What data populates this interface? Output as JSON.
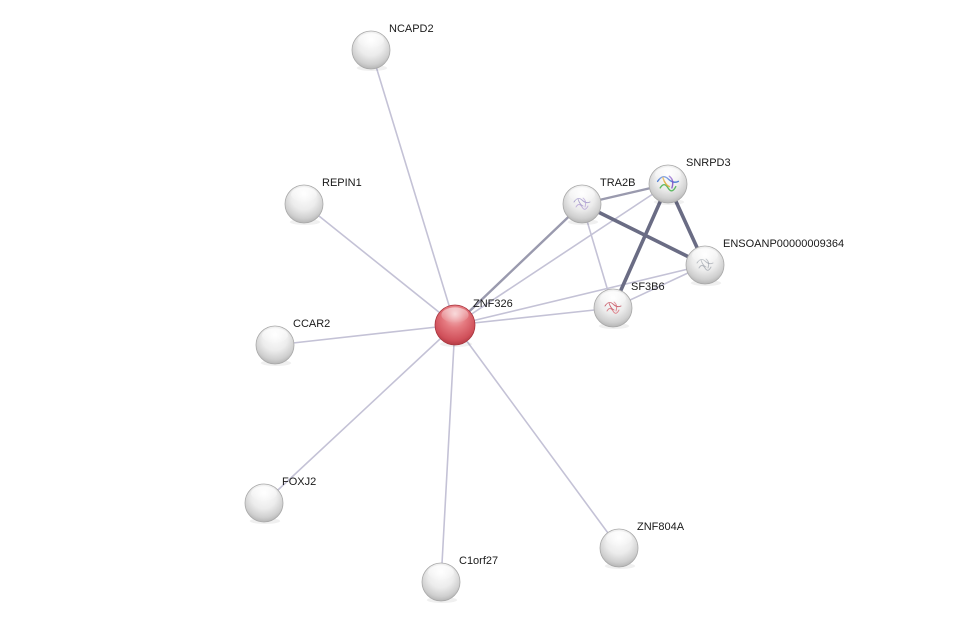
{
  "colors": {
    "background": "#ffffff",
    "query_node": "#d9545c",
    "neighbor_node": "#d8d8d8",
    "edge_weak": "#c4c2d6",
    "edge_medium": "#9a9aae",
    "edge_strong": "#6a6c84"
  },
  "nodes": [
    {
      "id": "ZNF326",
      "label": "ZNF326",
      "query": true,
      "structure_icon": ""
    },
    {
      "id": "NCAPD2",
      "label": "NCAPD2",
      "query": false,
      "structure_icon": ""
    },
    {
      "id": "REPIN1",
      "label": "REPIN1",
      "query": false,
      "structure_icon": ""
    },
    {
      "id": "CCAR2",
      "label": "CCAR2",
      "query": false,
      "structure_icon": ""
    },
    {
      "id": "FOXJ2",
      "label": "FOXJ2",
      "query": false,
      "structure_icon": ""
    },
    {
      "id": "C1orf27",
      "label": "C1orf27",
      "query": false,
      "structure_icon": ""
    },
    {
      "id": "ZNF804A",
      "label": "ZNF804A",
      "query": false,
      "structure_icon": ""
    },
    {
      "id": "TRA2B",
      "label": "TRA2B",
      "query": false,
      "structure_icon": "protein-structure-icon"
    },
    {
      "id": "SNRPD3",
      "label": "SNRPD3",
      "query": false,
      "structure_icon": "protein-structure-icon"
    },
    {
      "id": "ENSOANP00000009364",
      "label": "ENSOANP00000009364",
      "query": false,
      "structure_icon": "protein-structure-icon"
    },
    {
      "id": "SF3B6",
      "label": "SF3B6",
      "query": false,
      "structure_icon": "protein-structure-icon"
    }
  ],
  "edges": [
    {
      "source": "ZNF326",
      "target": "NCAPD2",
      "strength": "weak"
    },
    {
      "source": "ZNF326",
      "target": "REPIN1",
      "strength": "weak"
    },
    {
      "source": "ZNF326",
      "target": "CCAR2",
      "strength": "weak"
    },
    {
      "source": "ZNF326",
      "target": "FOXJ2",
      "strength": "weak"
    },
    {
      "source": "ZNF326",
      "target": "C1orf27",
      "strength": "weak"
    },
    {
      "source": "ZNF326",
      "target": "ZNF804A",
      "strength": "weak"
    },
    {
      "source": "ZNF326",
      "target": "TRA2B",
      "strength": "medium"
    },
    {
      "source": "ZNF326",
      "target": "SNRPD3",
      "strength": "weak"
    },
    {
      "source": "ZNF326",
      "target": "SF3B6",
      "strength": "weak"
    },
    {
      "source": "ZNF326",
      "target": "ENSOANP00000009364",
      "strength": "weak"
    },
    {
      "source": "TRA2B",
      "target": "SNRPD3",
      "strength": "medium"
    },
    {
      "source": "TRA2B",
      "target": "ENSOANP00000009364",
      "strength": "strong"
    },
    {
      "source": "TRA2B",
      "target": "SF3B6",
      "strength": "weak"
    },
    {
      "source": "SNRPD3",
      "target": "SF3B6",
      "strength": "strong"
    },
    {
      "source": "SNRPD3",
      "target": "ENSOANP00000009364",
      "strength": "strong"
    },
    {
      "source": "SF3B6",
      "target": "ENSOANP00000009364",
      "strength": "weak"
    }
  ]
}
